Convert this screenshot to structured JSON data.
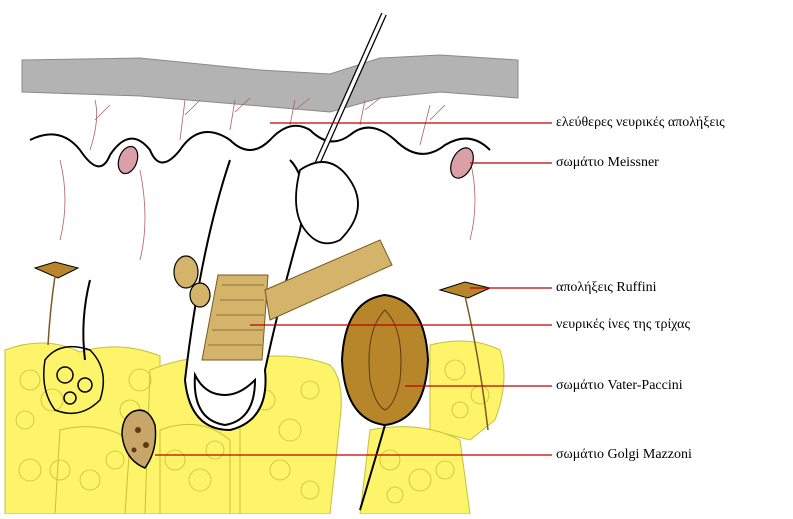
{
  "labels": {
    "free_nerve_endings": "ελεύθερες νευρικές απολήξεις",
    "meissner": "σωμάτιο Meissner",
    "ruffini": "απολήξεις Ruffini",
    "hair_nerve_fibers": "νευρικές ίνες της τρίχας",
    "vater_paccini": "σωμάτιο Vater-Paccini",
    "golgi_mazzoni": "σωμάτιο Golgi Mazzoni"
  },
  "colors": {
    "epidermis_gray": "#b3b3b3",
    "fat_yellow": "#fdf46a",
    "pacinian_brown": "#b8862a",
    "hair_follicle_tan": "#d4b46a",
    "leader_line_red": "#c00000",
    "outline_black": "#000000",
    "capillary_red": "#b06060",
    "corpuscle_pink": "#d9a0a8"
  }
}
